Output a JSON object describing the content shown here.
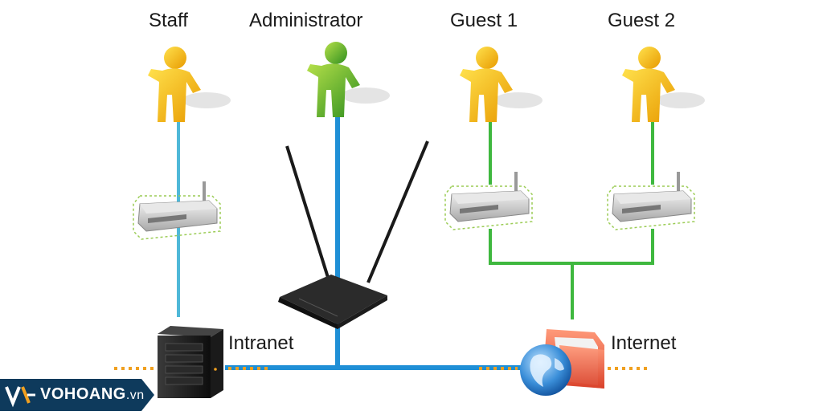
{
  "nodes": {
    "staff": "Staff",
    "administrator": "Administrator",
    "guest1": "Guest 1",
    "guest2": "Guest 2",
    "intranet": "Intranet",
    "internet": "Internet"
  },
  "watermark": {
    "brand": "VOHOANG",
    "domain": ".vn"
  },
  "colors": {
    "staff_link": "#4fb8d8",
    "admin_link": "#1f8fd6",
    "guest_link": "#3fb83f",
    "backbone": "#1f8fd6",
    "staff_user": "#f2b705",
    "admin_user": "#5cb82f",
    "dots": "#f0a020",
    "watermark_bg": "#0e3a5c"
  },
  "icons": {
    "user": "user-figure-icon",
    "access_point": "access-point-icon",
    "router": "router-icon",
    "server": "server-icon",
    "internet": "globe-folder-icon"
  }
}
